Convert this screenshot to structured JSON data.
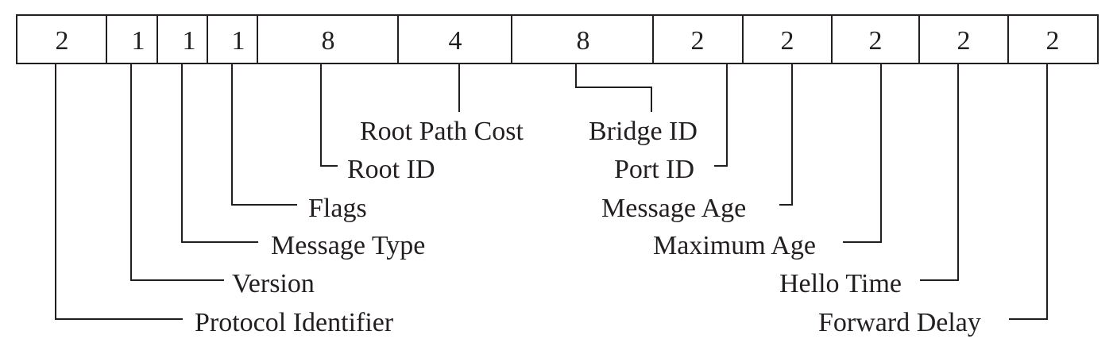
{
  "fields": [
    {
      "size": "2",
      "label": "Protocol Identifier"
    },
    {
      "size": "1",
      "label": "Version"
    },
    {
      "size": "1",
      "label": "Message Type"
    },
    {
      "size": "1",
      "label": "Flags"
    },
    {
      "size": "8",
      "label": "Root ID"
    },
    {
      "size": "4",
      "label": "Root Path Cost"
    },
    {
      "size": "8",
      "label": "Bridge ID"
    },
    {
      "size": "2",
      "label": "Port ID"
    },
    {
      "size": "2",
      "label": "Message Age"
    },
    {
      "size": "2",
      "label": "Maximum Age"
    },
    {
      "size": "2",
      "label": "Hello Time"
    },
    {
      "size": "2",
      "label": "Forward Delay"
    }
  ]
}
